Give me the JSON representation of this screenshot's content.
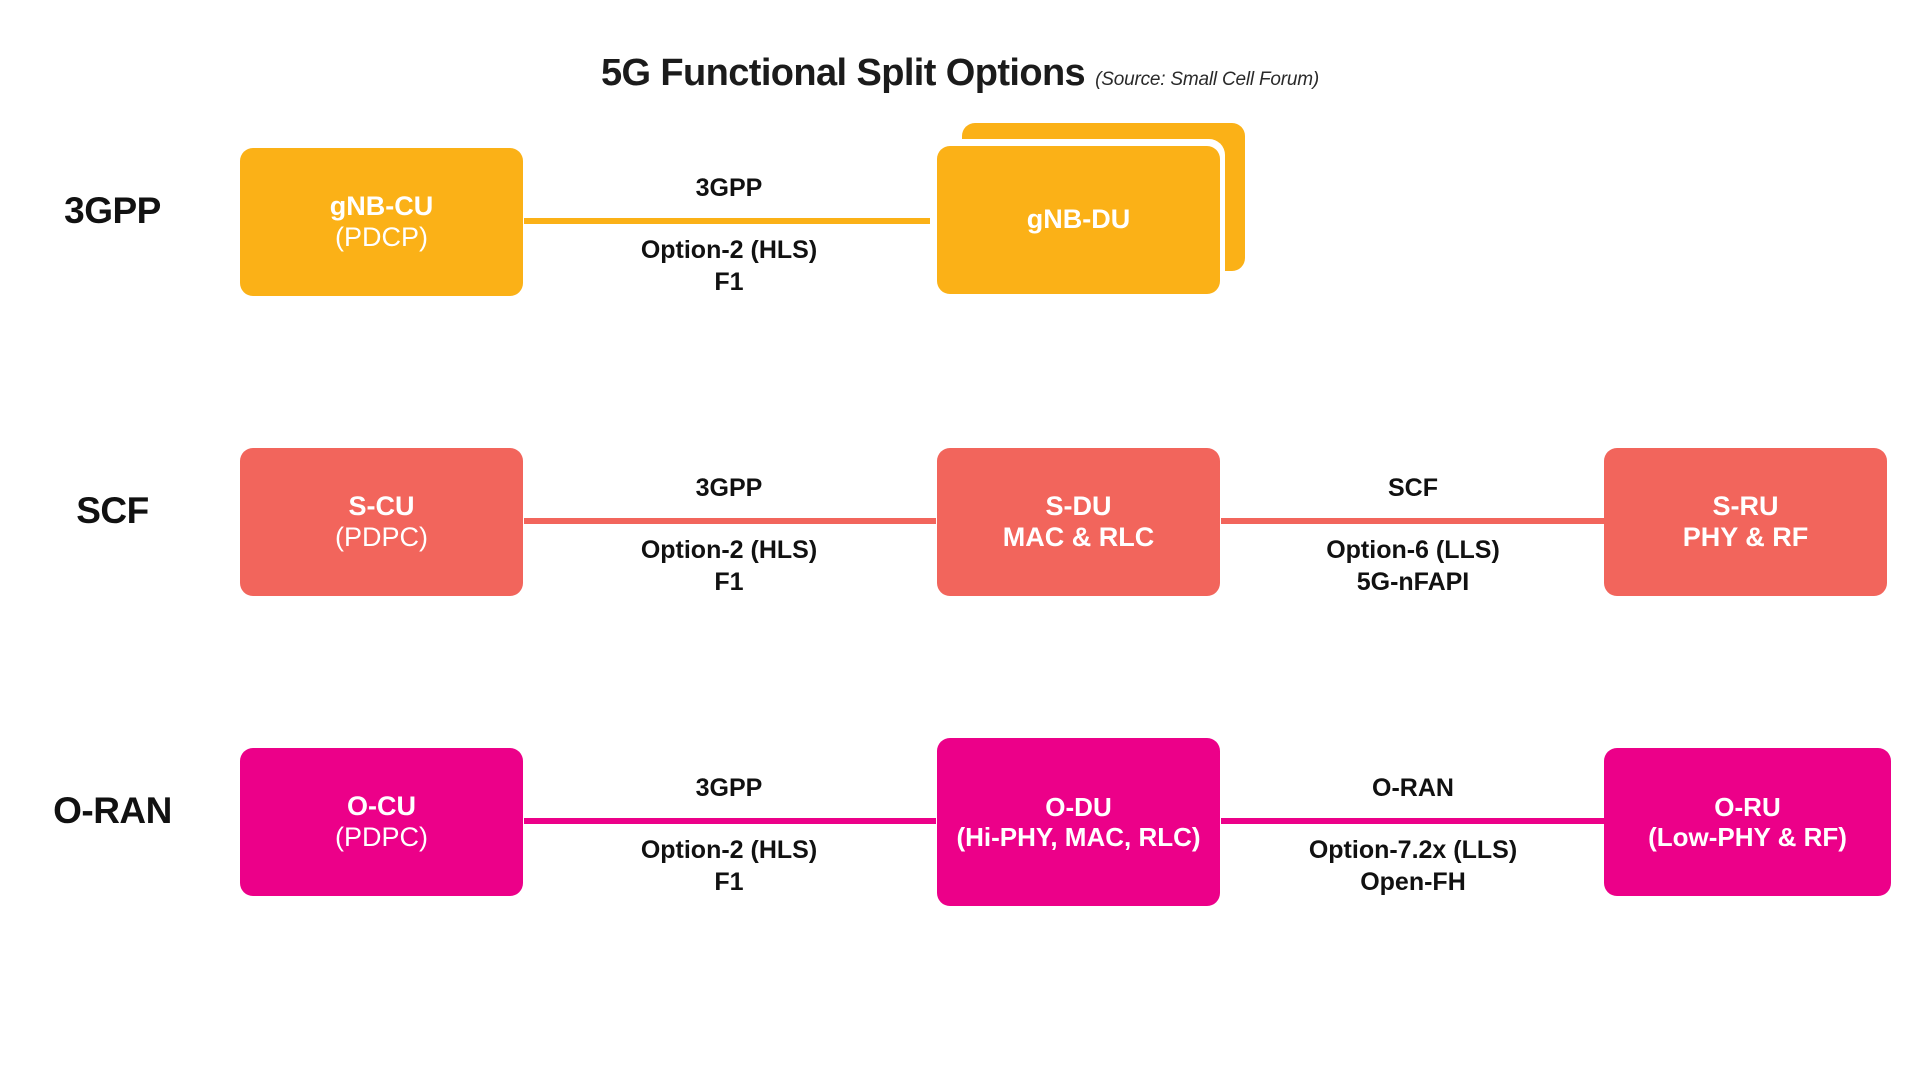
{
  "title": {
    "main": "5G Functional Split Options",
    "source": "(Source: Small Cell Forum)"
  },
  "colors": {
    "row_3gpp": "#FBB117",
    "row_scf": "#F2655C",
    "row_oran": "#EC0089",
    "text_dark": "#111111",
    "background": "#FFFFFF",
    "node_text": "#FFFFFF"
  },
  "rows": [
    {
      "label": "3GPP",
      "color": "#FBB117",
      "nodes": [
        {
          "name": "gnb-cu",
          "line1": "gNB-CU",
          "line2": "(PDCP)",
          "stacked": false
        },
        {
          "name": "gnb-du",
          "line1": "gNB-DU",
          "line2": "",
          "stacked": true
        }
      ],
      "connectors": [
        {
          "name": "3gpp-f1",
          "top": "3GPP",
          "bottom_line1": "Option-2 (HLS)",
          "bottom_line2": "F1"
        }
      ]
    },
    {
      "label": "SCF",
      "color": "#F2655C",
      "nodes": [
        {
          "name": "s-cu",
          "line1": "S-CU",
          "line2": "(PDPC)",
          "stacked": false
        },
        {
          "name": "s-du",
          "line1": "S-DU",
          "line2": "MAC & RLC",
          "stacked": false
        },
        {
          "name": "s-ru",
          "line1": "S-RU",
          "line2": "PHY & RF",
          "stacked": false
        }
      ],
      "connectors": [
        {
          "name": "3gpp-f1",
          "top": "3GPP",
          "bottom_line1": "Option-2 (HLS)",
          "bottom_line2": "F1"
        },
        {
          "name": "scf-nfapi",
          "top": "SCF",
          "bottom_line1": "Option-6 (LLS)",
          "bottom_line2": "5G-nFAPI"
        }
      ]
    },
    {
      "label": "O-RAN",
      "color": "#EC0089",
      "nodes": [
        {
          "name": "o-cu",
          "line1": "O-CU",
          "line2": "(PDPC)",
          "stacked": false
        },
        {
          "name": "o-du",
          "line1": "O-DU",
          "line2": "(Hi-PHY, MAC, RLC)",
          "stacked": false
        },
        {
          "name": "o-ru",
          "line1": "O-RU",
          "line2": "(Low-PHY & RF)",
          "stacked": false
        }
      ],
      "connectors": [
        {
          "name": "3gpp-f1",
          "top": "3GPP",
          "bottom_line1": "Option-2 (HLS)",
          "bottom_line2": "F1"
        },
        {
          "name": "oran-openfh",
          "top": "O-RAN",
          "bottom_line1": "Option-7.2x (LLS)",
          "bottom_line2": "Open-FH"
        }
      ]
    }
  ]
}
